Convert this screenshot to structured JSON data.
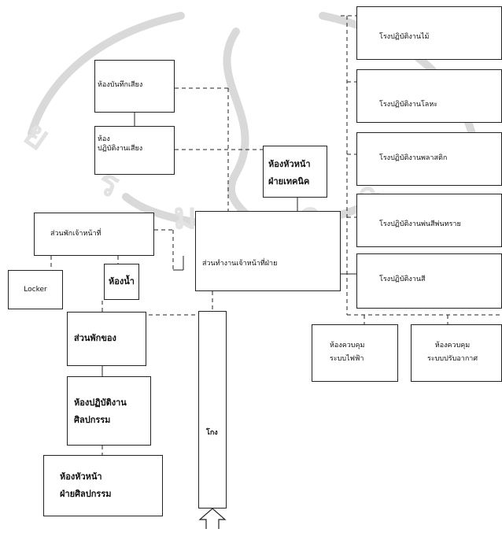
{
  "diagram": {
    "nodes": {
      "wood_shop": "โรงปฏิบัติงานไม้",
      "metal_shop": "โรงปฏิบัติงานโลหะ",
      "plastic_shop": "โรงปฏิบัติงานพลาสติก",
      "sandblast_shop": "โรงปฏิบัติงานพ่นสีพ่นทราย",
      "paint_shop": "โรงปฏิบัติงานสี",
      "recording_room": "ห้องบันทึกเสียง",
      "sound_room": "ห้อง\nปฏิบัติงานเสียง",
      "tech_head": "ห้องหัวหน้า\nฝ่ายเทคนิค",
      "staff_section": "ส่วนพักเจ้าหน้าที่",
      "locker": "Locker",
      "restroom": "ห้องน้ำ",
      "dept_staff": "ส่วนทำงานเจ้าหน้าที่ฝ่าย",
      "electric_control": "ห้องควบคุม\nระบบไฟฟ้า",
      "ac_control": "ห้องควบคุม\nระบบปรับอากาศ",
      "storage": "ส่วนพักของ",
      "art_workshop": "ห้องปฏิบัติงาน\nศิลปกรรม",
      "art_head": "ห้องหัวหน้า\nฝ่ายศิลปกรรม",
      "warehouse": "โกง"
    }
  }
}
